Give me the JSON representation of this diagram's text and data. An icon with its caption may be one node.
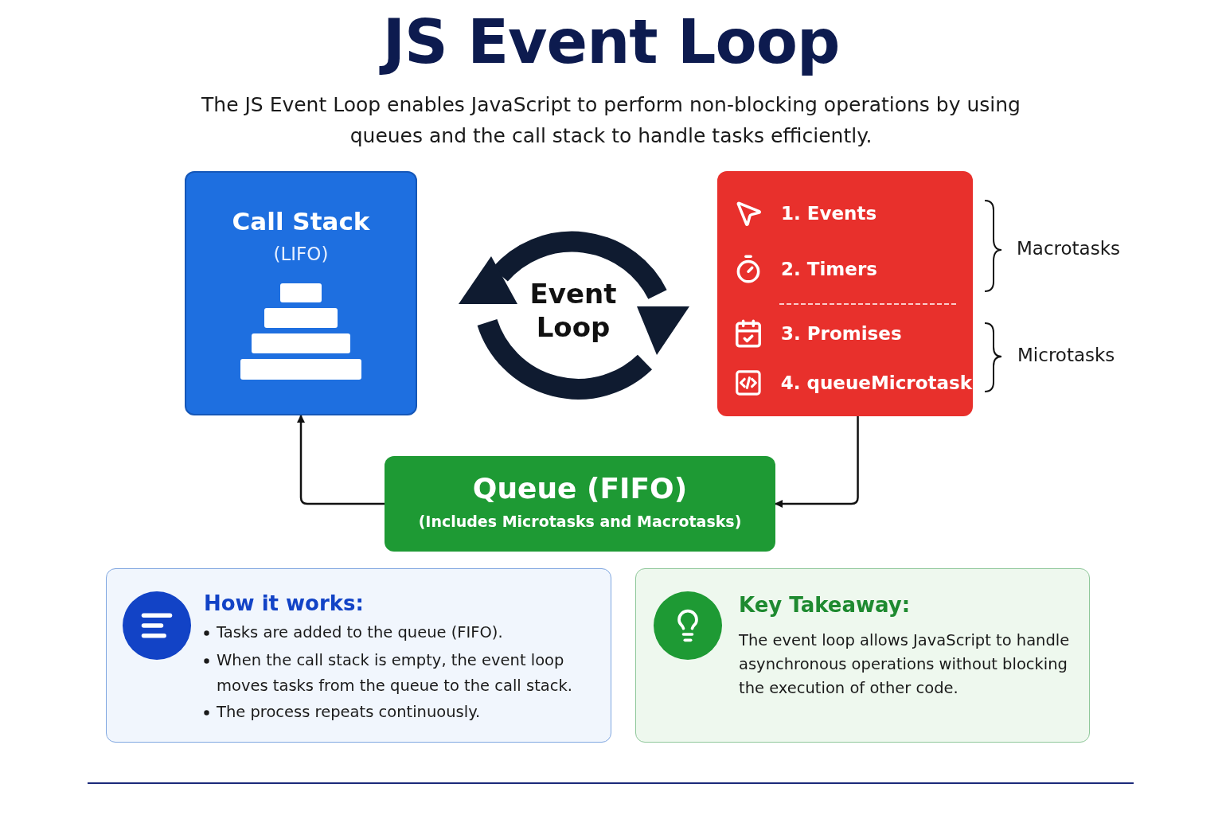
{
  "diagram": {
    "title": "JS Event Loop",
    "nodes": [
      {
        "text": [
          "Call Stack",
          "(LIFO)"
        ]
      },
      {
        "text": [
          "Event Loop"
        ]
      },
      {
        "text": [],
        "shape": "box"
      },
      {
        "text": [
          "1. Events"
        ],
        "in": 2
      },
      {
        "text": [
          "2. Timers"
        ],
        "in": 2
      },
      {
        "text": [
          "3. Promises"
        ],
        "in": 2
      },
      {
        "text": [
          "4. queueMicrotask"
        ],
        "in": 2
      },
      {
        "text": [
          "Queue (FIFO)",
          "(Includes Microtasks and Macrotasks)"
        ]
      },
      {
        "text": [
          "How it works:",
          "Tasks are added to the queue (FIFO).",
          "When the call stack is empty, the event loop moves tasks from the queue to the call stack.",
          "The process repeats continuously."
        ]
      },
      {
        "text": [
          "Key Takeaway:",
          "The event loop allows JavaScript to handle asynchronous operations without blocking the execution of other code."
        ]
      }
    ],
    "edges": [
      {
        "from": 2,
        "to": 7,
        "arrow": "to"
      },
      {
        "from": 7,
        "to": 0,
        "arrow": "to"
      }
    ],
    "labels": [
      "The JS Event Loop enables JavaScript to perform non-blocking operations by using queues and the call stack to handle tasks efficiently.",
      "Macrotasks",
      "Microtasks"
    ]
  }
}
